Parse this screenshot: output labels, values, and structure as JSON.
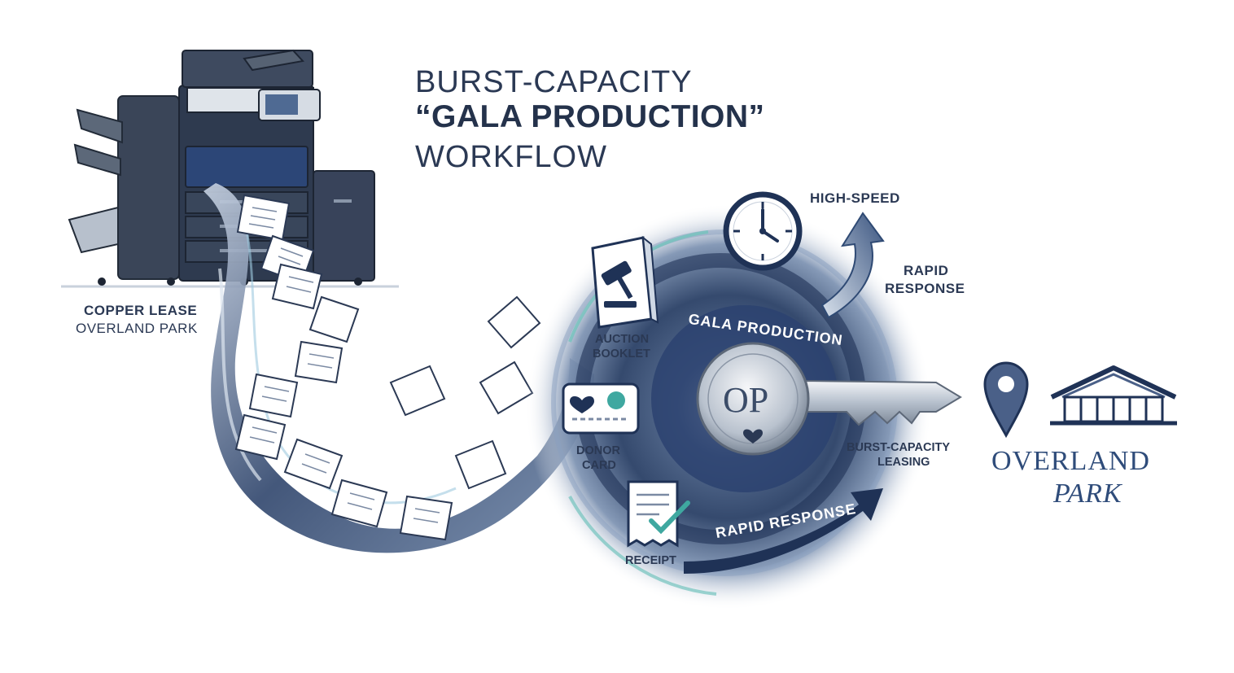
{
  "title": {
    "line1": "BURST-CAPACITY",
    "line2": "“GALA PRODUCTION”",
    "line3": "WORKFLOW"
  },
  "left_label": {
    "line1": "COPPER LEASE",
    "line2": "OVERLAND PARK"
  },
  "items": {
    "auction": {
      "line1": "AUCTION",
      "line2": "BOOKLET"
    },
    "donor": {
      "line1": "DONOR",
      "line2": "CARD"
    },
    "receipt": "RECEIPT"
  },
  "vortex": {
    "arc_label": "GALA PRODUCTION",
    "key_monogram": "OP",
    "leasing": {
      "line1": "BURST-CAPACITY",
      "line2": "LEASING"
    },
    "arrow_label": "RAPID RESPONSE"
  },
  "speed": {
    "high_speed": "HIGH-SPEED",
    "rapid": {
      "line1": "RAPID",
      "line2": "RESPONSE"
    }
  },
  "destination": {
    "line1": "OVERLAND",
    "line2": "PARK"
  },
  "icons": [
    "copier-icon",
    "paper-stream-icon",
    "gavel-icon",
    "donor-card-icon",
    "receipt-icon",
    "clock-icon",
    "up-arrow-icon",
    "key-icon",
    "location-pin-icon",
    "building-icon"
  ],
  "colors": {
    "navy": "#1f3256",
    "steel": "#5f7697",
    "teal": "#74c3bd",
    "ink": "#2b3954"
  }
}
